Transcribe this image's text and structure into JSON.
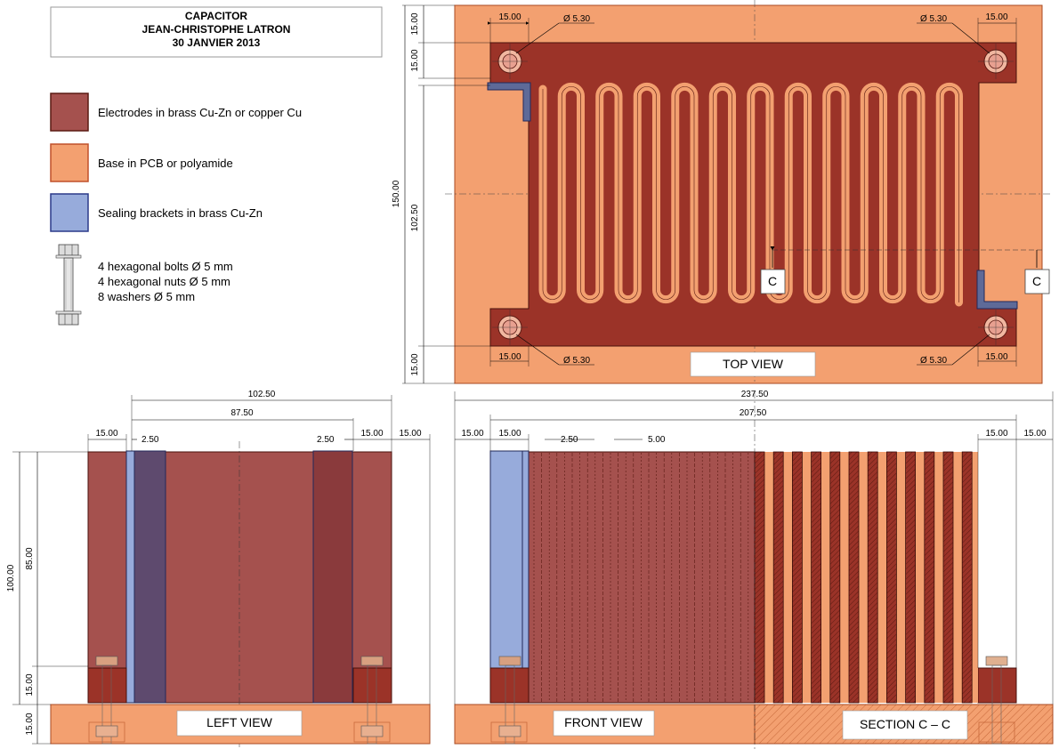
{
  "title_block": {
    "line1": "CAPACITOR",
    "line2": "JEAN-CHRISTOPHE LATRON",
    "line3": "30 JANVIER 2013"
  },
  "legend": {
    "electrodes": "Electrodes  in brass Cu-Zn or copper Cu",
    "base": "Base in PCB or polyamide",
    "brackets": "Sealing brackets in brass Cu-Zn",
    "hardware": [
      "4 hexagonal bolts Ø 5 mm",
      "4 hexagonal nuts Ø 5 mm",
      "8 washers Ø 5 mm"
    ]
  },
  "colors": {
    "electrode": "#9b3328",
    "electrode_light": "#a5514e",
    "base": "#f3a070",
    "bracket": "#97abdb",
    "bracket_dark": "#5e6a98",
    "bolt": "#c0c0c0"
  },
  "views": {
    "top": "TOP VIEW",
    "left": "LEFT VIEW",
    "front": "FRONT VIEW",
    "section": "SECTION C – C",
    "section_mark": "C"
  },
  "top_dims": {
    "overall_height": "150.00",
    "inner_height": "102.50",
    "top_margin": "15.00",
    "second_margin": "15.00",
    "bottom_margin": "15.00",
    "corner_tl": "15.00",
    "corner_tr": "15.00",
    "corner_bl": "15.00",
    "corner_br": "15.00",
    "hole_tl": "Ø 5.30",
    "hole_tr": "Ø 5.30",
    "hole_bl": "Ø 5.30",
    "hole_br": "Ø 5.30"
  },
  "left_dims": {
    "overall_width": "102.50",
    "inner_width": "87.50",
    "left_margin": "15.00",
    "right_margin": "15.00",
    "outer_right": "15.00",
    "bracket_left": "2.50",
    "bracket_right": "2.50",
    "height_total": "100.00",
    "height_electrode": "85.00",
    "height_block": "15.00",
    "height_base": "15.00"
  },
  "front_dims": {
    "overall_width": "237.50",
    "inner_width": "207.50",
    "outer_left": "15.00",
    "block_left": "15.00",
    "block_right": "15.00",
    "outer_right": "15.00",
    "plate_pitch": "2.50",
    "gap_pitch": "5.00"
  }
}
